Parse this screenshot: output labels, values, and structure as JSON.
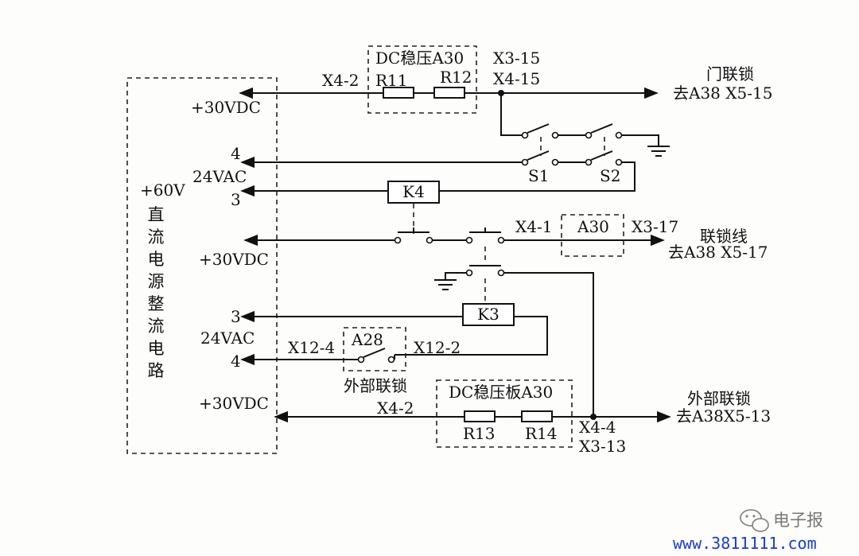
{
  "power_block": {
    "vertical_title": [
      "直",
      "流",
      "电",
      "源",
      "整",
      "流",
      "电",
      "路"
    ],
    "v60": "+60V",
    "v30_top": "+30VDC",
    "v30_mid": "+30VDC",
    "v30_bottom": "+30VDC",
    "ac_top": "24VAC",
    "ac_bottom": "24VAC",
    "pin_4_top": "4",
    "pin_3_top": "3",
    "pin_3_bottom": "3",
    "pin_4_bottom": "4"
  },
  "top_regulator": {
    "title": "DC稳压A30",
    "r_left": "R11",
    "r_right": "R12",
    "pin_left": "X4-2",
    "pin_right_top": "X3-15",
    "pin_right_bottom": "X4-15"
  },
  "door_interlock": {
    "label": "门联锁",
    "dest": "去A38 X5-15"
  },
  "switches": {
    "s1": "S1",
    "s2": "S2"
  },
  "relays": {
    "k4": "K4",
    "k3": "K3"
  },
  "interlock_line": {
    "pin_left": "X4-1",
    "module": "A30",
    "pin_right": "X3-17",
    "label": "联锁线",
    "dest": "去A38 X5-17"
  },
  "external_switch": {
    "module": "A28",
    "pin_left": "X12-4",
    "pin_right": "X12-2",
    "caption": "外部联锁"
  },
  "bottom_regulator": {
    "title": "DC稳压板A30",
    "r_left": "R13",
    "r_right": "R14",
    "pin_left": "X4-2",
    "pin_right_top": "X4-4",
    "pin_right_bottom": "X3-13"
  },
  "external_interlock": {
    "label": "外部联锁",
    "dest": "去A38X5-13"
  },
  "watermark": {
    "brand": "电子报",
    "url": "www.3811111.com"
  }
}
